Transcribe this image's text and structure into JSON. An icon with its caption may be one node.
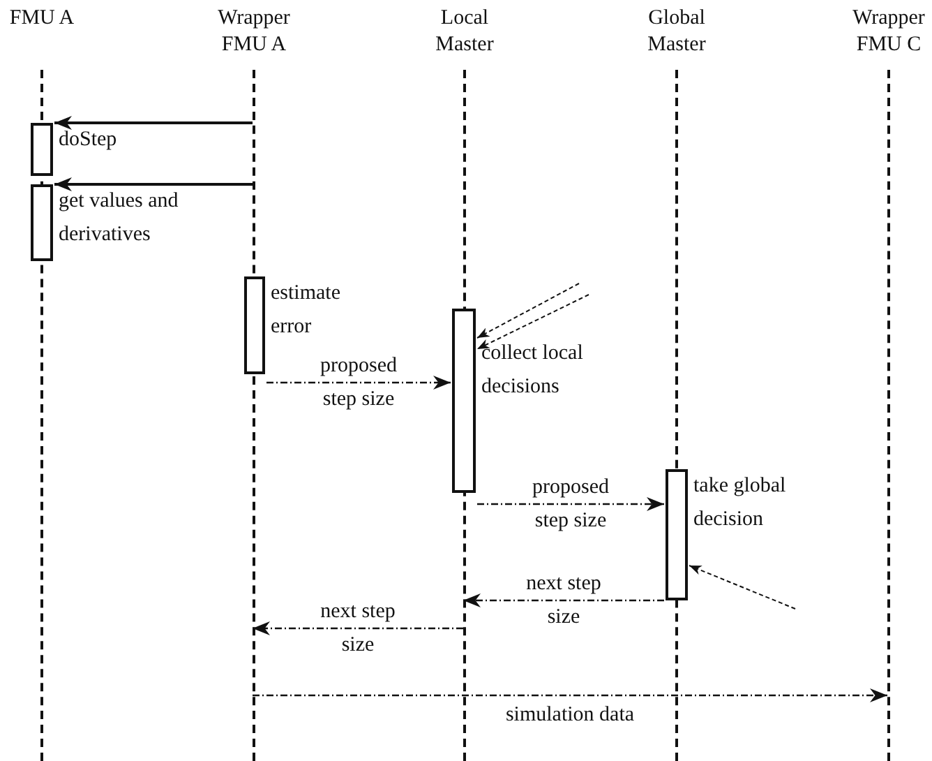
{
  "diagram": {
    "nodes": [
      {
        "text": [
          "FMU A"
        ]
      },
      {
        "text": [
          "Wrapper FMU A"
        ]
      },
      {
        "text": [
          "Local Master"
        ]
      },
      {
        "text": [
          "Global Master"
        ]
      },
      {
        "text": [
          "Wrapper FMU C"
        ]
      },
      {
        "text": [
          "doStep"
        ]
      },
      {
        "text": [
          "get values and derivatives"
        ]
      },
      {
        "text": [
          "estimate error"
        ]
      },
      {
        "text": [
          "collect local decisions"
        ]
      },
      {
        "text": [
          "take global decision"
        ]
      }
    ],
    "edges": [
      {
        "from": 1,
        "to": 5,
        "arrow": "to"
      },
      {
        "from": 1,
        "to": 6,
        "arrow": "to"
      },
      {
        "from": 7,
        "to": 8,
        "arrow": "to",
        "label": "proposed step size",
        "style": "dashed"
      },
      {
        "from": null,
        "to": 8,
        "arrow": "to",
        "style": "dashed"
      },
      {
        "from": null,
        "to": 8,
        "arrow": "to",
        "style": "dashed"
      },
      {
        "from": 8,
        "to": 9,
        "arrow": "to",
        "label": "proposed step size",
        "style": "dashed"
      },
      {
        "from": null,
        "to": 9,
        "arrow": "to",
        "style": "dashed"
      },
      {
        "from": 9,
        "to": 2,
        "arrow": "to",
        "label": "next step size",
        "style": "dashed"
      },
      {
        "from": 2,
        "to": 1,
        "arrow": "to",
        "label": "next step size",
        "style": "dashed"
      },
      {
        "from": 1,
        "to": 4,
        "arrow": "to",
        "label": "simulation data",
        "style": "dashed"
      }
    ]
  }
}
